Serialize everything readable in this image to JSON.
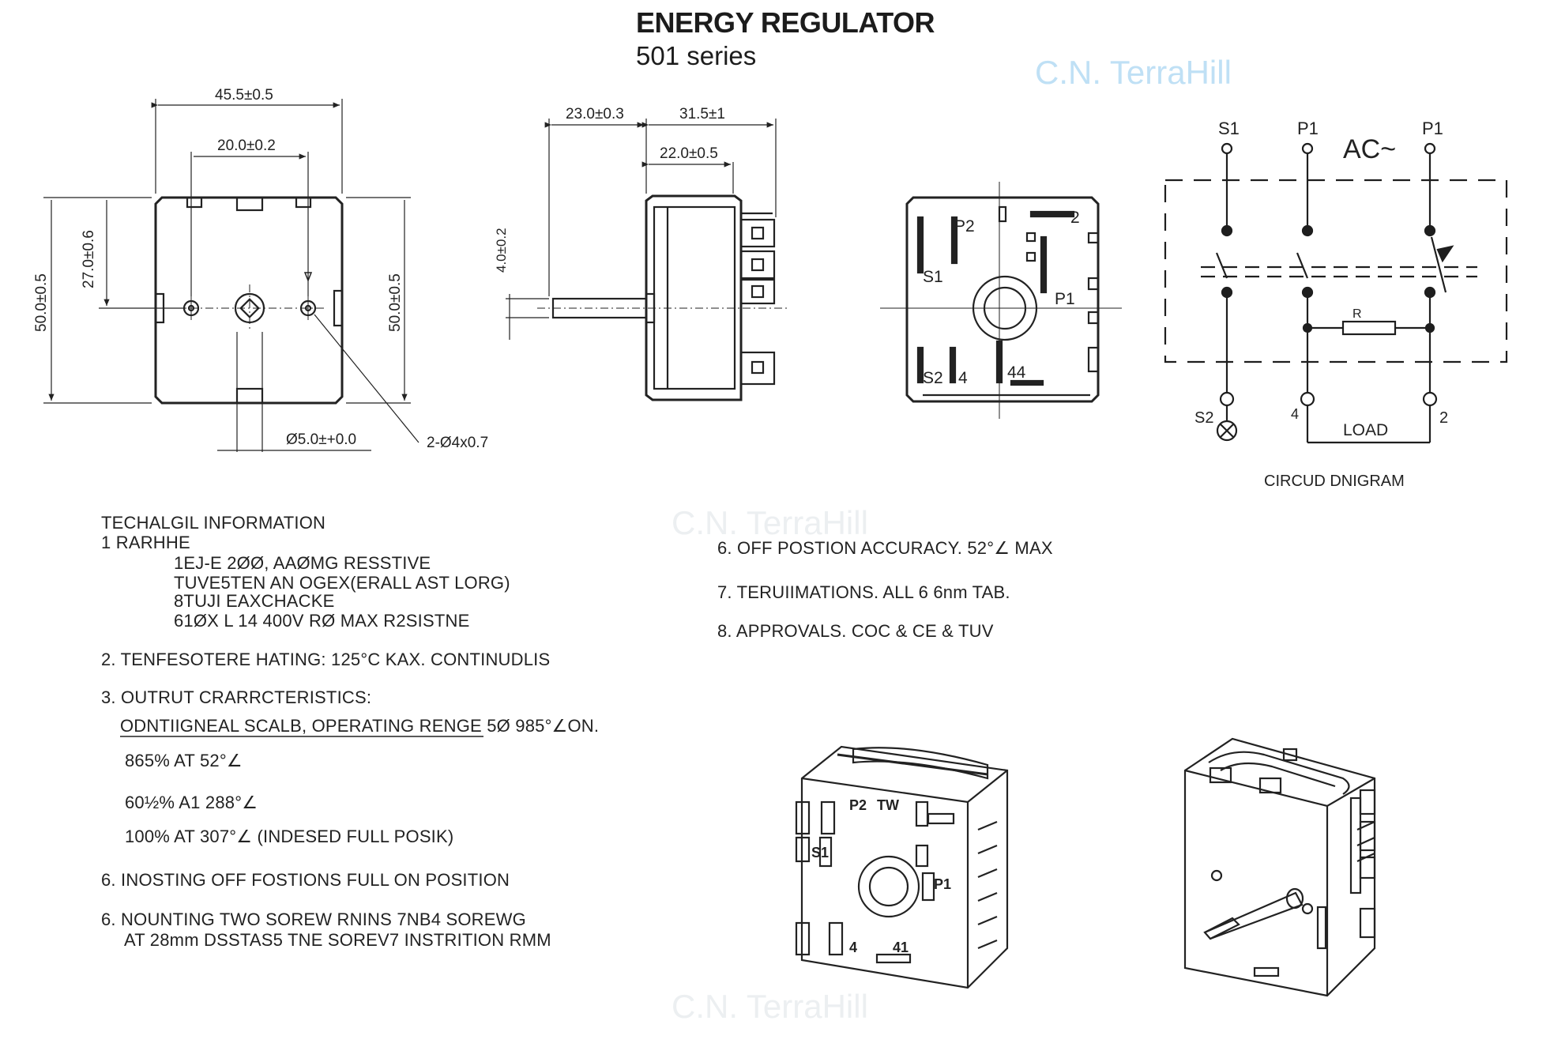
{
  "header": {
    "title": "ENERGY REGULATOR",
    "subtitle": "501 series",
    "watermark": "C.N. TerraHill"
  },
  "front_view": {
    "dim_width": "45.5±0.5",
    "dim_inner": "20.0±0.2",
    "dim_left_height": "50.0±0.5",
    "dim_offset": "27.0±0.6",
    "dim_right_height": "50.0±0.5",
    "dim_shaft": "Ø5.0±+0.0",
    "dim_hole": "2-Ø4x0.7"
  },
  "side_view": {
    "dim_a": "23.0±0.3",
    "dim_b": "31.5±1",
    "dim_c": "22.0±0.5",
    "dim_vertical": "4.0±0.2"
  },
  "rear_view": {
    "labels": [
      "P2",
      "2",
      "S1",
      "P1",
      "S2",
      "4",
      "44"
    ]
  },
  "circuit": {
    "caption": "CIRCUD DNIGRAM",
    "ac_label": "AC~",
    "terminals": [
      "S1",
      "P1",
      "P1"
    ],
    "bottom_terminals": [
      "S2",
      "4",
      "2"
    ],
    "load_label": "LOAD",
    "resistor_label": "R",
    "colors": {
      "line": "#1e1e1e"
    }
  },
  "specs": {
    "heading": "TECHALGIL INFORMATION",
    "item1_title": "1  RARHHE",
    "item1_lines": [
      "1EJ-E 2ØØ, AAØMG RESSTIVE",
      "TUVE5TEN AN OGEX(ERALL AST LORG)",
      "8TUJI EAXCHACKE",
      "61ØX L 14 400V RØ MAX R2SISTNE"
    ],
    "item2": "2.  TENFESOTERE HATING: 125°C KAX. CONTINUDLIS",
    "item3_title": "3.  OUTRUT CRARRCTERISTICS:",
    "item3_scale": "ODNTIIGNEAL SCALB, OPERATING RENGE 5Ø  985°∠ON.",
    "item3_lines": [
      "865% AT 52°∠",
      "60½% A1 288°∠",
      "100% AT 307°∠ (INDESED FULL POSIK)"
    ],
    "item6a": "6.  INOSTING  OFF FOSTIONS FULL ON POSITION",
    "item6b_line1": "6.  NOUNTING TWO SOREW RNINS 7NB4 SOREWG",
    "item6b_line2": "AT 28mm DSSTAS5 TNE SOREV7 INSTRITION RMM",
    "item6c": "6.  OFF POSTION ACCURACY.  52°∠ MAX",
    "item7": "7.  TERUIIMATIONS. ALL 6 6nm TAB.",
    "item8": "8.  APPROVALS. COC & CE & TUV"
  },
  "isometric": {
    "labels": [
      "P2",
      "TW",
      "S1",
      "P1",
      "4",
      "41"
    ]
  }
}
